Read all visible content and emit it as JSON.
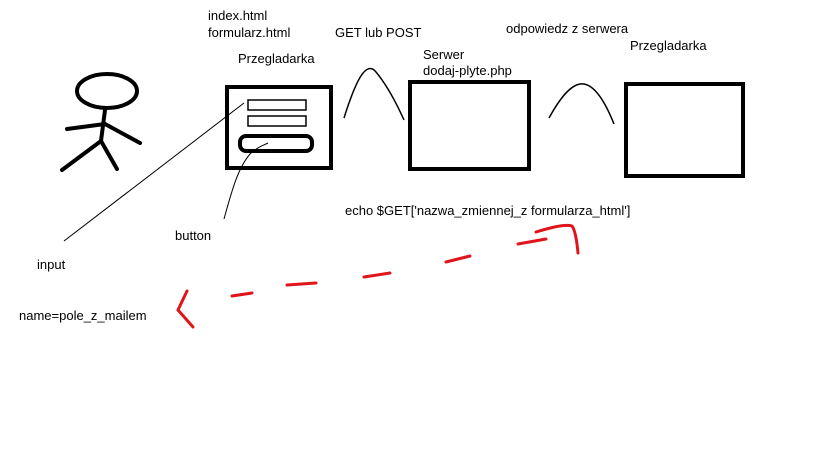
{
  "labels": {
    "files_line1": "index.html",
    "files_line2": "formularz.html",
    "browser_left": "Przegladarka",
    "request": "GET lub POST",
    "server_line1": "Serwer",
    "server_line2": "dodaj-plyte.php",
    "response": "odpowiedz z serwera",
    "browser_right": "Przegladarka",
    "echo": "echo $GET['nazwa_zmiennej_z formularza_html']",
    "button": "button",
    "input": "input",
    "name_attr": "name=pole_z_mailem"
  },
  "colors": {
    "ink": "#000000",
    "arrow": "#e0141a",
    "background": "#ffffff"
  }
}
